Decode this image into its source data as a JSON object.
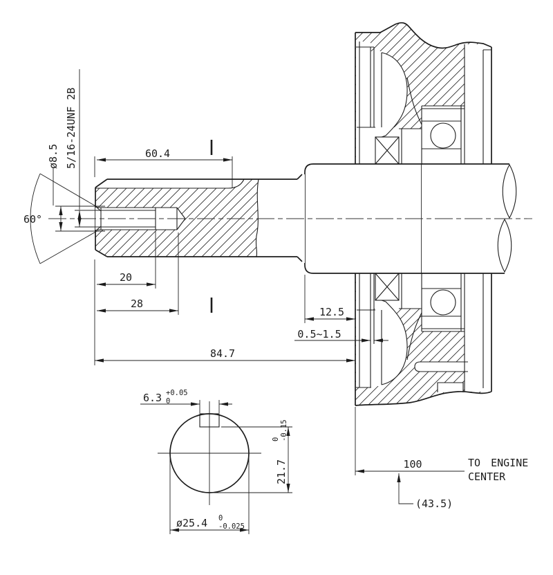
{
  "drawing": {
    "colors": {
      "line": "#1c1c1c",
      "background": "#ffffff"
    },
    "side_view": {
      "thread_spec": "5/16-24UNF 2B",
      "countersink_dia": "ø8.5",
      "countersink_angle": "60°",
      "keyway_length": "60.4",
      "thread_depth": "20",
      "hole_depth": "28",
      "shaft_length": "84.7",
      "collar_width": "12.5",
      "end_clearance": "0.5~1.5"
    },
    "section_view": {
      "key_width": "6.3",
      "key_width_tol_upper": "+0.05",
      "key_width_tol_lower": "0",
      "flat_height": "21.7",
      "flat_height_tol_upper": "0",
      "flat_height_tol_lower": "-0.15",
      "diameter": "ø25.4",
      "diameter_tol_upper": "0",
      "diameter_tol_lower": "-0.025"
    },
    "reference": {
      "to_engine_center_dim": "100",
      "note_line1": "TO ENGINE",
      "note_line2": "CENTER",
      "crank_offset": "(43.5)"
    }
  }
}
